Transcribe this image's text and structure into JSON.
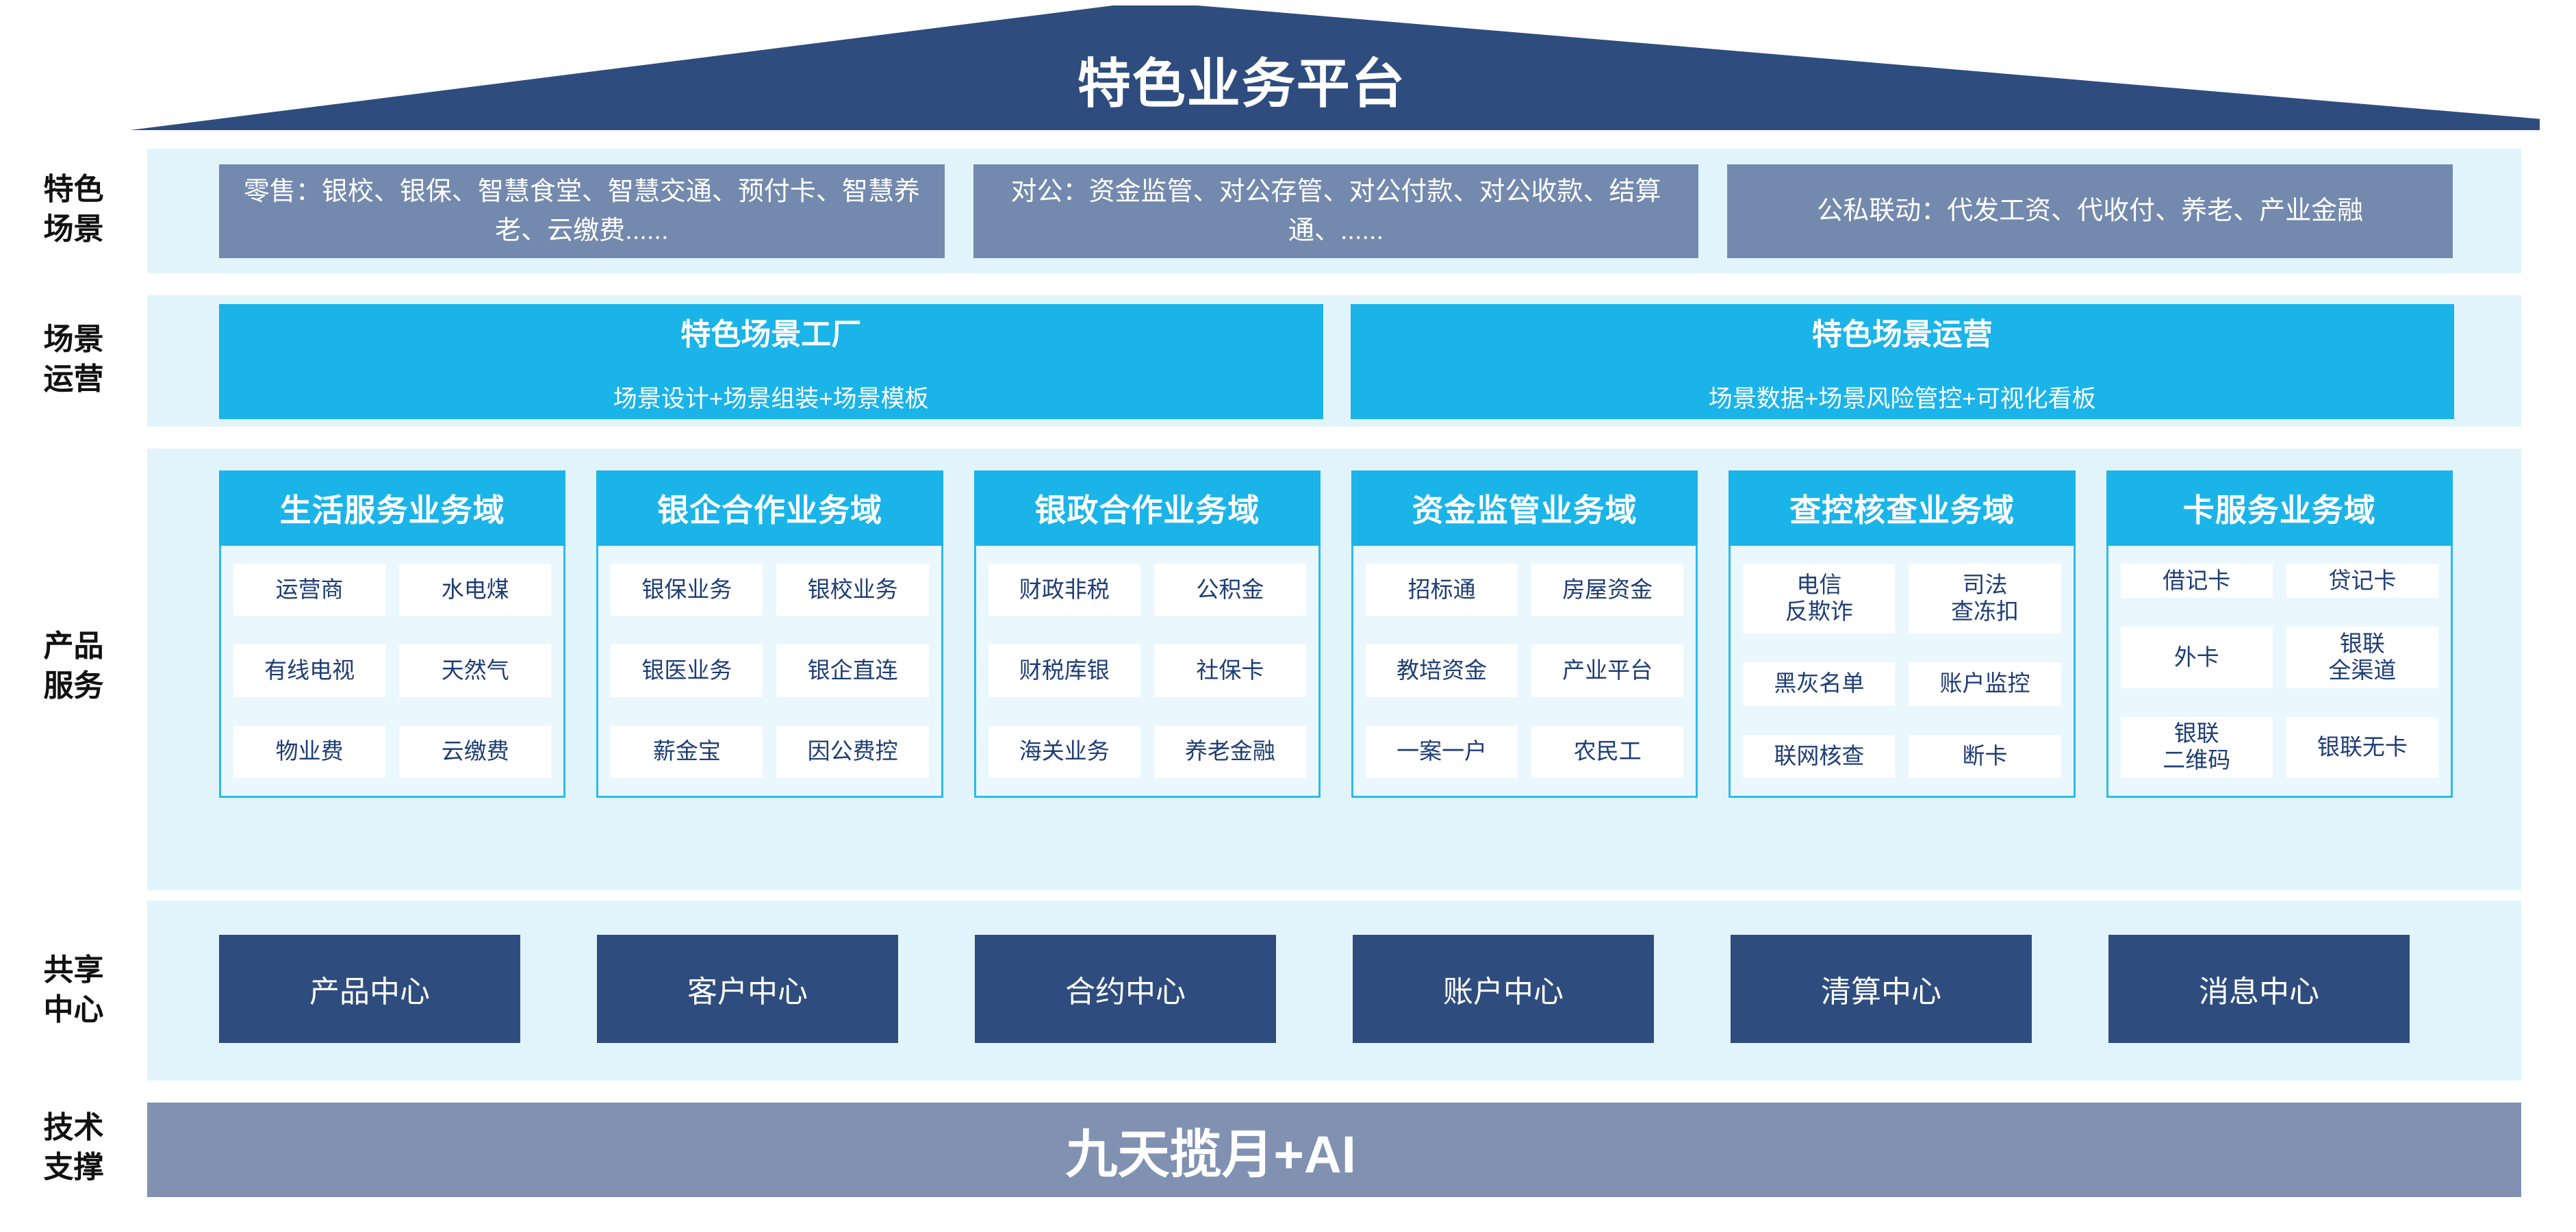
{
  "header": {
    "title": "特色业务平台"
  },
  "colors": {
    "roof_navy": "#2e4d7e",
    "scene_slate": "#7389ad",
    "cyan": "#1ab4e8",
    "band_light_blue": "#e2f4fb",
    "column_body": "#eaf8fe",
    "cell_text_navy": "#1e3d74",
    "center_navy": "#2e4d7e",
    "tech_slate": "#8191b2"
  },
  "sections": {
    "scene": {
      "label": "特色\n场景",
      "boxes": [
        "零售：银校、银保、智慧食堂、智慧交通、预付卡、智慧养老、云缴费......",
        "对公：资金监管、对公存管、对公付款、对公收款、结算通、......",
        "公私联动：代发工资、代收付、养老、产业金融"
      ]
    },
    "operation": {
      "label": "场景\n运营",
      "boxes": [
        {
          "title": "特色场景工厂",
          "subtitle": "场景设计+场景组装+场景模板"
        },
        {
          "title": "特色场景运营",
          "subtitle": "场景数据+场景风险管控+可视化看板"
        }
      ]
    },
    "products": {
      "label": "产品\n服务",
      "columns": [
        {
          "header": "生活服务业务域",
          "items": [
            "运营商",
            "水电煤",
            "有线电视",
            "天然气",
            "物业费",
            "云缴费"
          ]
        },
        {
          "header": "银企合作业务域",
          "items": [
            "银保业务",
            "银校业务",
            "银医业务",
            "银企直连",
            "薪金宝",
            "因公费控"
          ]
        },
        {
          "header": "银政合作业务域",
          "items": [
            "财政非税",
            "公积金",
            "财税库银",
            "社保卡",
            "海关业务",
            "养老金融"
          ]
        },
        {
          "header": "资金监管业务域",
          "items": [
            "招标通",
            "房屋资金",
            "教培资金",
            "产业平台",
            "一案一户",
            "农民工"
          ]
        },
        {
          "header": "查控核查业务域",
          "items": [
            "电信\n反欺诈",
            "司法\n查冻扣",
            "黑灰名单",
            "账户监控",
            "联网核查",
            "断卡"
          ]
        },
        {
          "header": "卡服务业务域",
          "items": [
            "借记卡",
            "贷记卡",
            "外卡",
            "银联\n全渠道",
            "银联\n二维码",
            "银联无卡"
          ]
        }
      ]
    },
    "centers": {
      "label": "共享\n中心",
      "boxes": [
        "产品中心",
        "客户中心",
        "合约中心",
        "账户中心",
        "清算中心",
        "消息中心"
      ]
    },
    "tech": {
      "label": "技术\n支撑",
      "bar": "九天揽月+AI"
    }
  }
}
